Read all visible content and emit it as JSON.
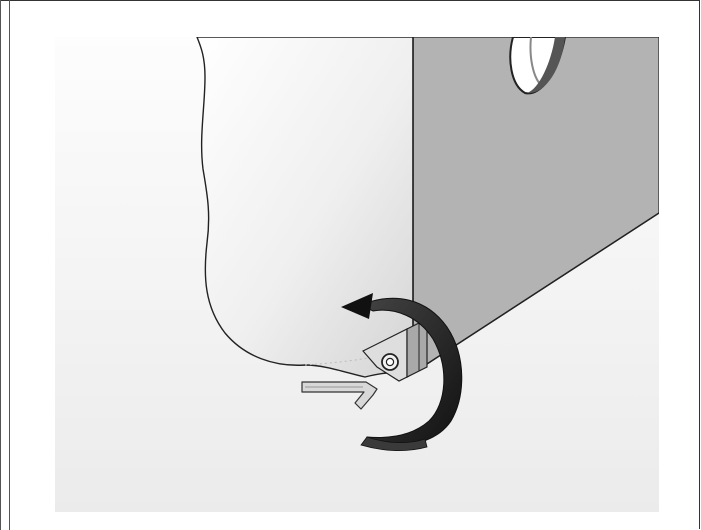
{
  "figure": {
    "subject": "appliance-foot-adjustment",
    "parts": [
      "cabinet",
      "door-panel",
      "adjustable-foot",
      "hex-key"
    ],
    "instruction": "rotate-counterclockwise",
    "colors": {
      "cabinet_side": "#b2b2b2",
      "door_light": "#f4f4f4",
      "door_shadow": "#cfcfcf",
      "floor": "#f2f2f2",
      "arrow": "#1a1a1a",
      "outline": "#222222"
    }
  }
}
